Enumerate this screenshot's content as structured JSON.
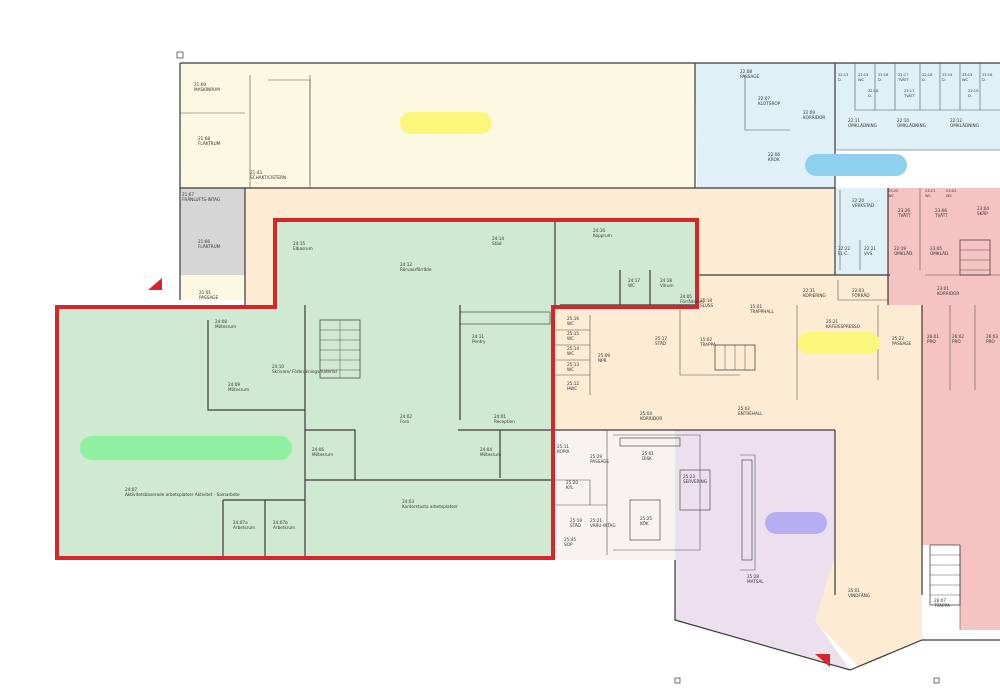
{
  "colors": {
    "yellow_zone": "#fdf8e1",
    "peach_zone": "#fdebd3",
    "blue_zone": "#dff1f7",
    "pink_zone": "#f6c3c3",
    "green_zone": "#cfead0",
    "lilac_zone": "#ece0ee",
    "grey_zone": "#d6d6d6",
    "highlight_outline": "#d7262b",
    "marker_yellow": "#fbf77a",
    "marker_blue": "#8fd0ef",
    "marker_green": "#8ff0a0",
    "marker_purple": "#b7aef2"
  },
  "rooms": [
    {
      "id": "r2169",
      "number": "21:69",
      "name": "MASKINRUM"
    },
    {
      "id": "r2168",
      "number": "21:68",
      "name": "FLÄKTRUM"
    },
    {
      "id": "r2143",
      "number": "21:43",
      "name": "SCHAKT/CISTERN"
    },
    {
      "id": "r2167",
      "number": "21:67",
      "name": "FRÅNLUFTS-INTAG"
    },
    {
      "id": "r2166",
      "number": "21:66",
      "name": "FLÄKTRUM"
    },
    {
      "id": "r2401",
      "number": "21:01",
      "name": "PASSAGE"
    },
    {
      "id": "r2208",
      "number": "22:08",
      "name": "PASSAGE"
    },
    {
      "id": "r2207",
      "number": "22:07",
      "name": "KLOTSROP"
    },
    {
      "id": "r2209",
      "number": "22:09",
      "name": "KORRIDOR"
    },
    {
      "id": "r2206",
      "number": "22:06",
      "name": "KROK"
    },
    {
      "id": "r2211",
      "number": "22:11",
      "name": "OMKLÄDNING"
    },
    {
      "id": "r2210",
      "number": "22:10",
      "name": "OMKLÄDNING"
    },
    {
      "id": "r2212",
      "number": "22:12",
      "name": "OMKLÄDNING"
    },
    {
      "id": "r2220",
      "number": "22:20",
      "name": "VERKSTAD"
    },
    {
      "id": "r2222",
      "number": "22:22",
      "name": "EL-C."
    },
    {
      "id": "r2221",
      "number": "22:21",
      "name": "VVS"
    },
    {
      "id": "r2231",
      "number": "22:31",
      "name": "KOPIERING"
    },
    {
      "id": "r2203",
      "number": "22:03",
      "name": "FÖRRÅD"
    },
    {
      "id": "r2405",
      "number": "24:05",
      "name": "Förrådsrum"
    },
    {
      "id": "r2415",
      "number": "24:15",
      "name": "Elbasrum"
    },
    {
      "id": "r2412",
      "number": "24:12",
      "name": "Rörvaarförråde"
    },
    {
      "id": "r2414",
      "number": "24:14",
      "name": "Städ"
    },
    {
      "id": "r2416",
      "number": "24:16",
      "name": "Kopprum"
    },
    {
      "id": "r2417",
      "number": "24:17",
      "name": "WC"
    },
    {
      "id": "r2418",
      "number": "24:18",
      "name": "Vilrum"
    },
    {
      "id": "r2408",
      "number": "24:08",
      "name": "Mötesrum"
    },
    {
      "id": "r2410",
      "number": "24:10",
      "name": "Skrivare/ Förbrukningsmaterial"
    },
    {
      "id": "r2409",
      "number": "24:09",
      "name": "Mötesrum"
    },
    {
      "id": "r2411",
      "number": "24:11",
      "name": "Pentry"
    },
    {
      "id": "r2402",
      "number": "24:02",
      "name": "Fora"
    },
    {
      "id": "r2401b",
      "number": "24:01",
      "name": "Reception"
    },
    {
      "id": "r2406",
      "number": "24:06",
      "name": "Mötesrum"
    },
    {
      "id": "r2404",
      "number": "24:04",
      "name": "Mötesrum"
    },
    {
      "id": "r2407",
      "number": "24:07",
      "name": "Aktivitetsbaserade arbetsplatser Aktivitet - Samarbete"
    },
    {
      "id": "r2403",
      "number": "24:03",
      "name": "Kontorstusta arbetsplatser"
    },
    {
      "id": "r2407a",
      "number": "24:07a",
      "name": "Arbetsrum"
    },
    {
      "id": "r2407b",
      "number": "24:07b",
      "name": "Arbetsrum"
    },
    {
      "id": "r2516",
      "number": "25:16",
      "name": "WC"
    },
    {
      "id": "r2515",
      "number": "25:15",
      "name": "WC"
    },
    {
      "id": "r2514",
      "number": "25:14",
      "name": "WC"
    },
    {
      "id": "r2513",
      "number": "25:13",
      "name": "WC"
    },
    {
      "id": "r2512",
      "number": "25:12",
      "name": "HWC"
    },
    {
      "id": "r2509",
      "number": "25:09",
      "name": "NPR"
    },
    {
      "id": "r2517",
      "number": "25:17",
      "name": "STÄD"
    },
    {
      "id": "r2518",
      "number": "25:18",
      "name": "SLUSS"
    },
    {
      "id": "r1501",
      "number": "15:01",
      "name": "TRAPPHALL"
    },
    {
      "id": "r1502",
      "number": "15:02",
      "name": "TRAPPA"
    },
    {
      "id": "r2521",
      "number": "25:21",
      "name": "KAFE/ESPRESSO"
    },
    {
      "id": "r2522",
      "number": "25:22",
      "name": "PASSAGE"
    },
    {
      "id": "r2504",
      "number": "25:04",
      "name": "KORRIDOR"
    },
    {
      "id": "r2502",
      "number": "25:02",
      "name": "ENTRÉHALL"
    },
    {
      "id": "r2511",
      "number": "25:11",
      "name": "KOPIA"
    },
    {
      "id": "r2529",
      "number": "25:29",
      "name": "PASSAGE"
    },
    {
      "id": "r2501",
      "number": "25:01",
      "name": "DISK"
    },
    {
      "id": "r2520",
      "number": "25:20",
      "name": "KYL"
    },
    {
      "id": "r2525",
      "number": "25:25",
      "name": "KÖK"
    },
    {
      "id": "r2523",
      "number": "25:23",
      "name": "SERVERING"
    },
    {
      "id": "r2519",
      "number": "25:19",
      "name": "STÄD"
    },
    {
      "id": "r2521b",
      "number": "25:21",
      "name": "VARU-INTAG"
    },
    {
      "id": "r2545",
      "number": "25:45",
      "name": "SOP"
    },
    {
      "id": "r2528",
      "number": "25:28",
      "name": "MATSAL"
    },
    {
      "id": "r3501",
      "number": "35:01",
      "name": "VINDFÅNG"
    },
    {
      "id": "r2607",
      "number": "26:07",
      "name": "TRAPPA"
    },
    {
      "id": "r2326",
      "number": "23:26",
      "name": "TVÄTT"
    },
    {
      "id": "r2306",
      "number": "23:06",
      "name": "TVÄTT"
    },
    {
      "id": "r2304",
      "number": "23:04",
      "name": "SKÅP"
    },
    {
      "id": "r2319",
      "number": "22:19",
      "name": "OMKLÄD."
    },
    {
      "id": "r2305",
      "number": "23:05",
      "name": "OMKLÄD."
    },
    {
      "id": "r2301",
      "number": "23:01",
      "name": "KORRIDOR"
    },
    {
      "id": "r2601",
      "number": "26:01",
      "name": "PRO"
    },
    {
      "id": "r2602",
      "number": "26:02",
      "name": "PRO"
    },
    {
      "id": "r2603",
      "number": "26:03",
      "name": "PRO"
    }
  ],
  "small_cells": [
    {
      "id": "c2213",
      "number": "22:13",
      "name": "D."
    },
    {
      "id": "c2215",
      "number": "22:15",
      "name": "WC"
    },
    {
      "id": "c2216",
      "number": "22:16",
      "name": "D."
    },
    {
      "id": "c2217",
      "number": "22:17",
      "name": "TVÄTT"
    },
    {
      "id": "c2218",
      "number": "22:18",
      "name": "D."
    },
    {
      "id": "c2314",
      "number": "23:14",
      "name": "D."
    },
    {
      "id": "c2315",
      "number": "23:15",
      "name": "WC"
    },
    {
      "id": "c2316",
      "number": "23:16",
      "name": "D."
    },
    {
      "id": "c2317",
      "number": "23:17",
      "name": "TVÄTT"
    },
    {
      "id": "c2318",
      "number": "22:18",
      "name": "D."
    },
    {
      "id": "c2319",
      "number": "22:19",
      "name": "D."
    },
    {
      "id": "c2320",
      "number": "23:20",
      "name": "WC"
    },
    {
      "id": "c2321",
      "number": "23:21",
      "name": "WC"
    },
    {
      "id": "c2322",
      "number": "23:02",
      "name": "WC"
    }
  ]
}
